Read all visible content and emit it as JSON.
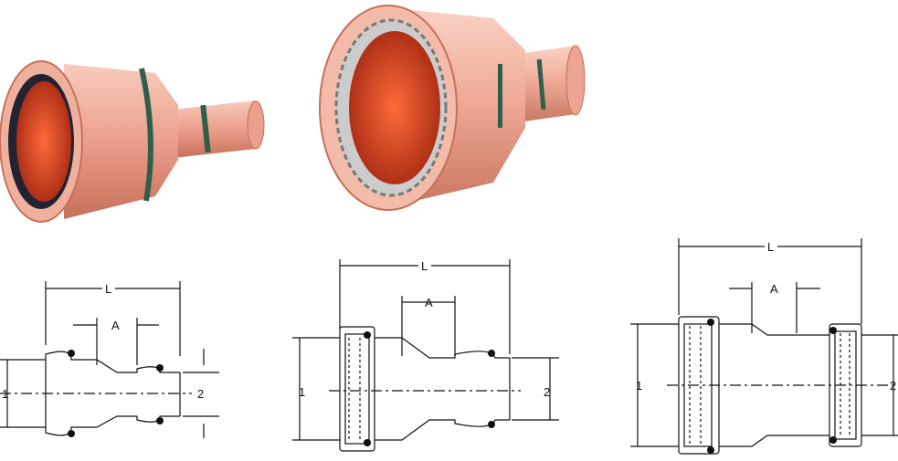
{
  "figures": [
    {
      "label_length": "L",
      "label_insert": "A",
      "label_port1": "1",
      "label_port2": "2"
    },
    {
      "label_length": "L",
      "label_insert": "A",
      "label_port1": "1",
      "label_port2": "2"
    },
    {
      "label_length": "L",
      "label_insert": "A",
      "label_port1": "1",
      "label_port2": "2"
    }
  ],
  "colors": {
    "copper_light": "#f4b9a8",
    "copper_mid": "#e58f78",
    "copper_dark": "#b8553e",
    "inner_red": "#d23c1c",
    "green_band": "#2f5f4a",
    "line": "#111111"
  }
}
